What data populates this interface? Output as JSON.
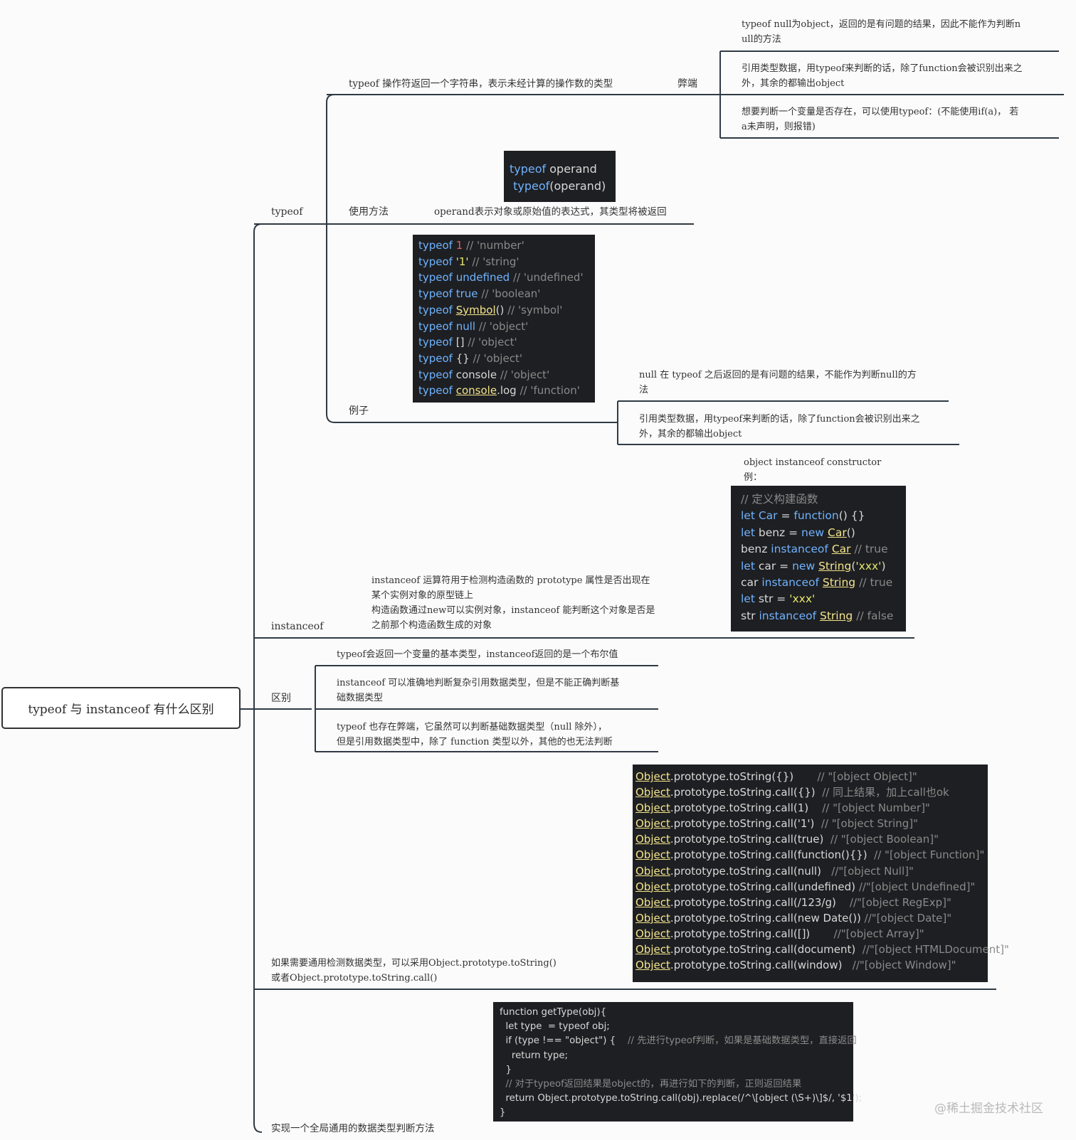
{
  "root": {
    "label": "typeof 与 instanceof 有什么区别"
  },
  "branches": {
    "typeof": {
      "label": "typeof",
      "desc": {
        "text": "typeof 操作符返回一个字符串，表示未经计算的操作数的类型",
        "drawback_label": "弊端",
        "drawbacks": [
          "typeof null为object，返回的是有问题的结果，因此不能作为判断n\null的方法",
          "引用类型数据，用typeof来判断的话，除了function会被识别出来之\n外，其余的都输出object",
          "想要判断一个变量是否存在，可以使用typeof：(不能使用if(a)， 若\na未声明，则报错)"
        ]
      },
      "usage": {
        "label": "使用方法",
        "note": "operand表示对象或原始值的表达式，其类型将被返回",
        "code": [
          "typeof operand",
          "typeof(operand)"
        ]
      },
      "examples": {
        "label": "例子",
        "code": [
          [
            "typeof ",
            "1",
            " // 'number'"
          ],
          [
            "typeof ",
            "'1'",
            " // 'string'"
          ],
          [
            "typeof ",
            "undefined",
            " // 'undefined'"
          ],
          [
            "typeof ",
            "true",
            " // 'boolean'"
          ],
          [
            "typeof ",
            "Symbol",
            "() // 'symbol'"
          ],
          [
            "typeof ",
            "null",
            " // 'object'"
          ],
          [
            "typeof ",
            "[]",
            " // 'object'"
          ],
          [
            "typeof ",
            "{}",
            " // 'object'"
          ],
          [
            "typeof ",
            "console",
            " // 'object'"
          ],
          [
            "typeof ",
            "console",
            ".log // 'function'"
          ]
        ],
        "notes": [
          "null 在 typeof 之后返回的是有问题的结果，不能作为判断null的方\n法",
          "引用类型数据，用typeof来判断的话，除了function会被识别出来之\n外，其余的都输出object"
        ]
      }
    },
    "instanceof": {
      "label": "instanceof",
      "desc": "instanceof 运算符用于检测构造函数的 prototype 属性是否出现在\n某个实例对象的原型链上\n构造函数通过new可以实例对象，instanceof 能判断这个对象是否是\n之前那个构造函数生成的对象",
      "syntax": "object instanceof constructor\n例：",
      "code": [
        "// 定义构建函数",
        "let Car = function() {}",
        "let benz = new Car()",
        "benz instanceof Car // true",
        "let car = new String('xxx')",
        "car instanceof String // true",
        "let str = 'xxx'",
        "str instanceof String // false"
      ]
    },
    "difference": {
      "label": "区别",
      "items": [
        "typeof会返回一个变量的基本类型，instanceof返回的是一个布尔值",
        "instanceof 可以准确地判断复杂引用数据类型，但是不能正确判断基\n础数据类型",
        "typeof 也存在弊端，它虽然可以判断基础数据类型（null 除外），\n但是引用数据类型中，除了 function 类型以外，其他的也无法判断"
      ]
    },
    "tostring": {
      "label": "如果需要通用检测数据类型，可以采用Object.prototype.toString()\n或者Object.prototype.toString.call()",
      "code": [
        [
          "Object",
          ".prototype.toString({})",
          "       // \"[object Object]\""
        ],
        [
          "Object",
          ".prototype.toString.call({})",
          "  // 同上结果，加上call也ok"
        ],
        [
          "Object",
          ".prototype.toString.call(1)",
          "    // \"[object Number]\""
        ],
        [
          "Object",
          ".prototype.toString.call('1')",
          "  // \"[object String]\""
        ],
        [
          "Object",
          ".prototype.toString.call(true)",
          "  // \"[object Boolean]\""
        ],
        [
          "Object",
          ".prototype.toString.call(function(){})",
          "  // \"[object Function]\""
        ],
        [
          "Object",
          ".prototype.toString.call(null)",
          "   //\"[object Null]\""
        ],
        [
          "Object",
          ".prototype.toString.call(undefined)",
          " //\"[object Undefined]\""
        ],
        [
          "Object",
          ".prototype.toString.call(/123/g)",
          "    //\"[object RegExp]\""
        ],
        [
          "Object",
          ".prototype.toString.call(new Date())",
          " //\"[object Date]\""
        ],
        [
          "Object",
          ".prototype.toString.call([])",
          "       //\"[object Array]\""
        ],
        [
          "Object",
          ".prototype.toString.call(document)",
          "  //\"[object HTMLDocument]\""
        ],
        [
          "Object",
          ".prototype.toString.call(window)",
          "   //\"[object Window]\""
        ]
      ]
    },
    "gettype": {
      "label": "实现一个全局通用的数据类型判断方法",
      "code": [
        "function getType(obj){",
        "  let type  = typeof obj;",
        "  if (type !== \"object\") {    // 先进行typeof判断，如果是基础数据类型，直接返回",
        "    return type;",
        "  }",
        "  // 对于typeof返回结果是object的，再进行如下的判断，正则返回结果",
        "  return Object.prototype.toString.call(obj).replace(/^\\[object (\\S+)\\]$/, '$1');",
        "}"
      ]
    }
  },
  "watermark": "@稀土掘金技术社区"
}
